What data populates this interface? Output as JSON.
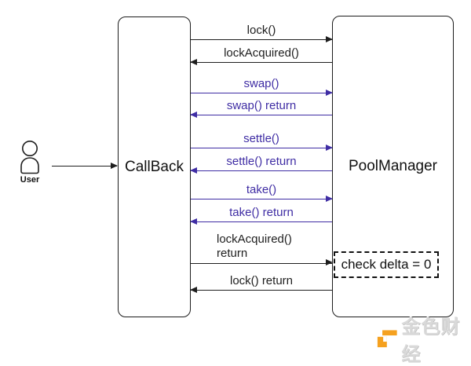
{
  "diagram": {
    "user": {
      "label": "User"
    },
    "participants": [
      {
        "label": "CallBack"
      },
      {
        "label": "PoolManager"
      }
    ],
    "messages": [
      {
        "label": "lock()",
        "direction": "right",
        "color": "#1e1e1e"
      },
      {
        "label": "lockAcquired()",
        "direction": "left",
        "color": "#1e1e1e"
      },
      {
        "label": "swap()",
        "direction": "right",
        "color": "#3f2da4"
      },
      {
        "label": "swap() return",
        "direction": "left",
        "color": "#3f2da4"
      },
      {
        "label": "settle()",
        "direction": "right",
        "color": "#3f2da4"
      },
      {
        "label": "settle() return",
        "direction": "left",
        "color": "#3f2da4"
      },
      {
        "label": "take()",
        "direction": "right",
        "color": "#3f2da4"
      },
      {
        "label": "take() return",
        "direction": "left",
        "color": "#3f2da4"
      },
      {
        "label": "lockAcquired() return",
        "direction": "right",
        "color": "#1e1e1e"
      },
      {
        "label": "lock() return",
        "direction": "left",
        "color": "#1e1e1e"
      }
    ],
    "note": {
      "label": "check delta = 0"
    },
    "watermark": {
      "text": "金色财经",
      "logo_color": "#f5a11f"
    }
  }
}
